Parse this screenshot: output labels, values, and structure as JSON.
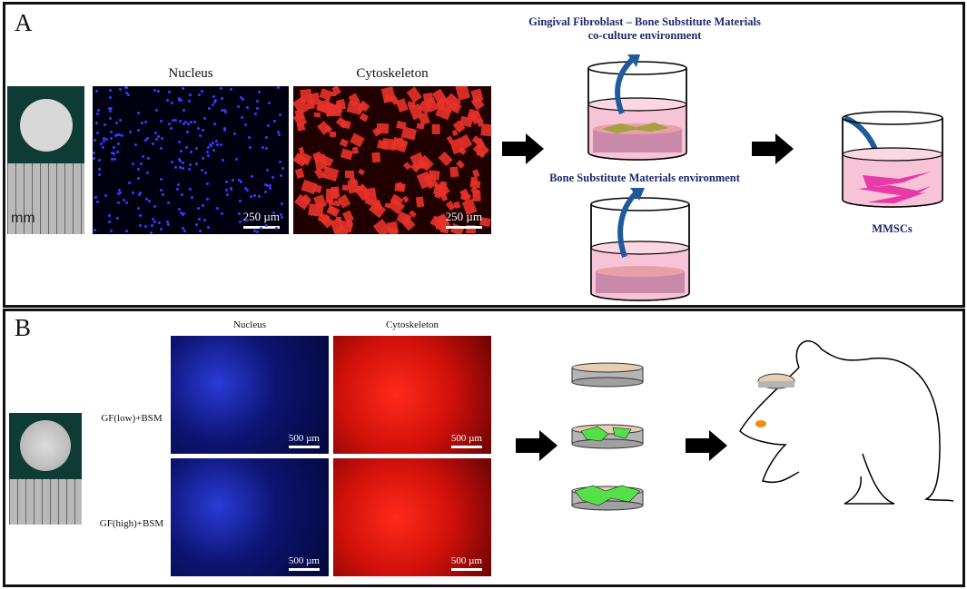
{
  "panel_a": {
    "label": "A",
    "nucleus_title": "Nucleus",
    "cytoskeleton_title": "Cytoskeleton",
    "scale_bar": "250 µm",
    "ruler_unit": "mm",
    "coculture_label_line1": "Gingival Fibroblast – Bone Substitute Materials",
    "coculture_label_line2": "co-culture environment",
    "bsm_label": "Bone Substitute Materials environment",
    "mmsc_label": "MMSCs"
  },
  "panel_b": {
    "label": "B",
    "nucleus_title": "Nucleus",
    "cytoskeleton_title": "Cytoskeleton",
    "scale_bar": "500 µm",
    "row_labels": [
      "GF(low)+BSM",
      "GF(high)+BSM"
    ]
  },
  "colors": {
    "arrow_blue": "#1f5a9a",
    "medium_pink": "#f7c3d6",
    "cell_green": "#55e04a",
    "cell_magenta": "#e83aa8",
    "label_blue": "#1b2a6b"
  }
}
